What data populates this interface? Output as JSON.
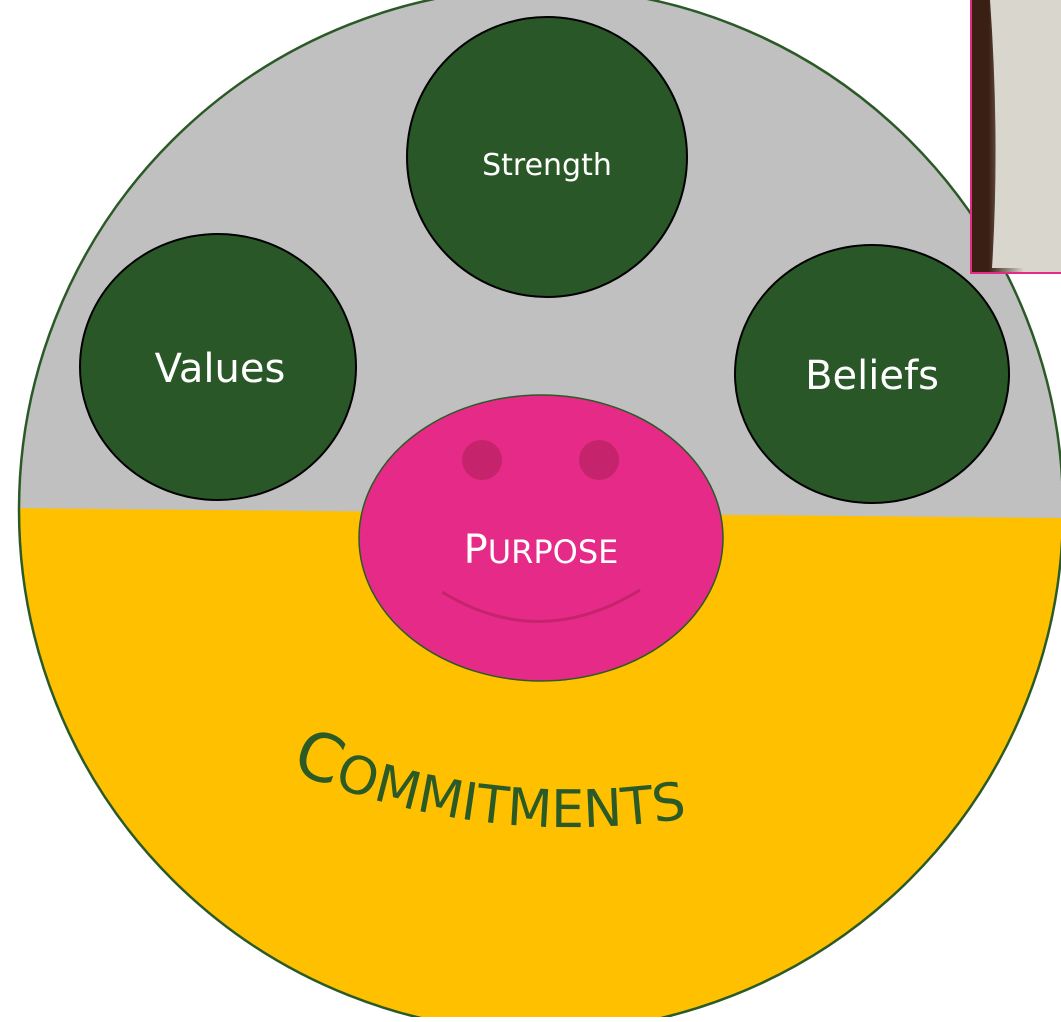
{
  "diagram": {
    "outer_circle": {
      "upper_color": "#c0c0c0",
      "lower_color": "#ffc000",
      "border_color": "#2b5a27"
    },
    "nodes": [
      {
        "id": "strength",
        "label": "Strength",
        "fill": "#2a5727",
        "text_color": "#ffffff"
      },
      {
        "id": "values",
        "label": "Values",
        "fill": "#2a5727",
        "text_color": "#ffffff"
      },
      {
        "id": "beliefs",
        "label": "Beliefs",
        "fill": "#2a5727",
        "text_color": "#ffffff"
      }
    ],
    "center": {
      "label_first": "P",
      "label_rest": "URPOSE",
      "fill": "#e62a87",
      "eye_color": "#c5246d",
      "text_color": "#ffffff"
    },
    "commitments": {
      "label_first": "C",
      "label_rest": "OMMITMENTS",
      "text_color": "#2b5a27"
    },
    "photo": {
      "border_color": "#e62a87",
      "colors": [
        "#3a1f14",
        "#d8d6cd",
        "#2a2a25"
      ]
    }
  }
}
